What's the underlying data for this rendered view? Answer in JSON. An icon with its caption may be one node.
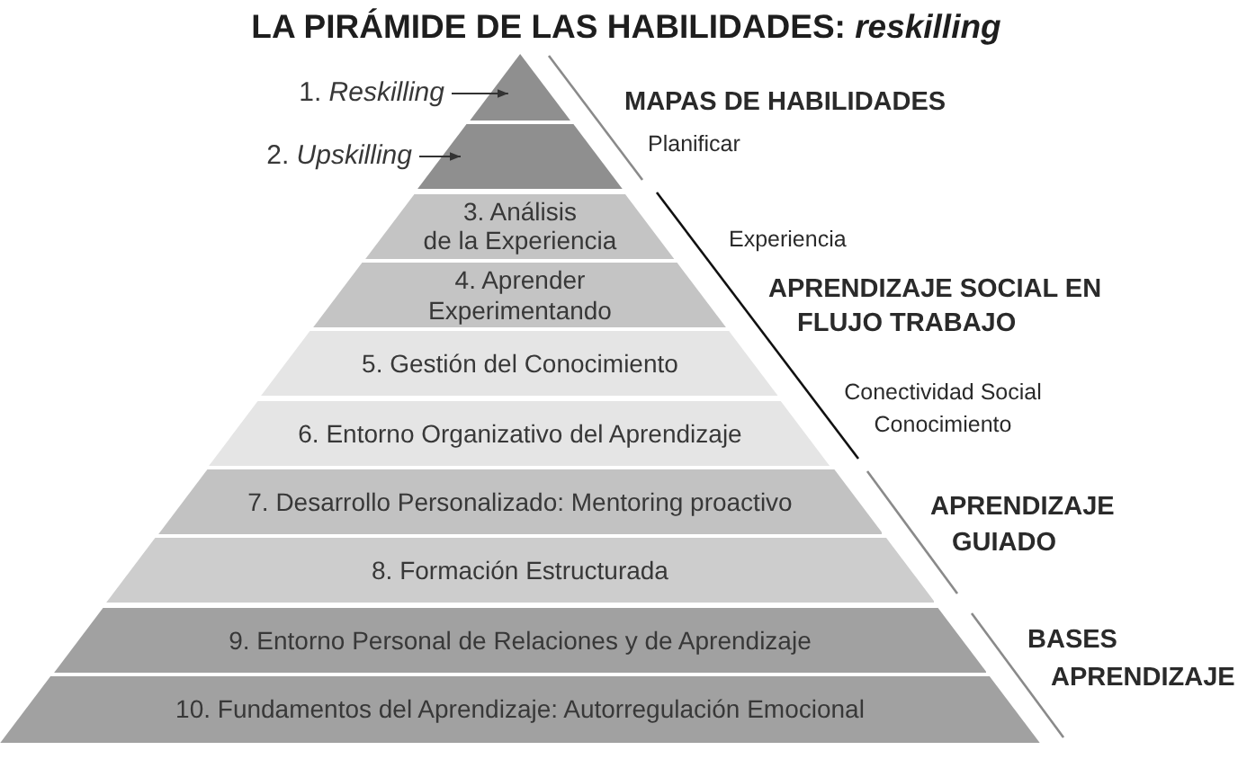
{
  "diagram": {
    "title": "LA PIRÁMIDE DE LAS HABILIDADES: *reskilling*",
    "nodes": [
      {
        "text": [
          "1. *Reskilling*"
        ]
      },
      {
        "text": [],
        "shape": "triangle"
      },
      {
        "text": [
          "2. *Upskilling*"
        ]
      },
      {
        "text": [],
        "shape": "trapezoid"
      },
      {
        "text": [
          "3. Análisis de la Experiencia"
        ]
      },
      {
        "text": [
          "4. Aprender Experimentando"
        ]
      },
      {
        "text": [
          "5. Gestión del Conocimiento"
        ]
      },
      {
        "text": [
          "6. Entorno Organizativo del Aprendizaje"
        ]
      },
      {
        "text": [
          "7. Desarrollo Personalizado: Mentoring proactivo"
        ]
      },
      {
        "text": [
          "8. Formación Estructurada"
        ]
      },
      {
        "text": [
          "9. Entorno Personal de Relaciones y de Aprendizaje"
        ]
      },
      {
        "text": [
          "10. Fundamentos del Aprendizaje: Autorregulación Emocional"
        ]
      }
    ],
    "edges": [
      {
        "from": 0,
        "to": 1,
        "arrow": "to"
      },
      {
        "from": 2,
        "to": 3,
        "arrow": "to"
      }
    ],
    "labels": [
      "MAPAS DE HABILIDADES",
      "Planificar",
      "Experiencia",
      "APRENDIZAJE SOCIAL EN FLUJO TRABAJO",
      "Conectividad Social Conocimiento",
      "APRENDIZAJE GUIADO",
      "BASES APRENDIZAJE"
    ]
  }
}
